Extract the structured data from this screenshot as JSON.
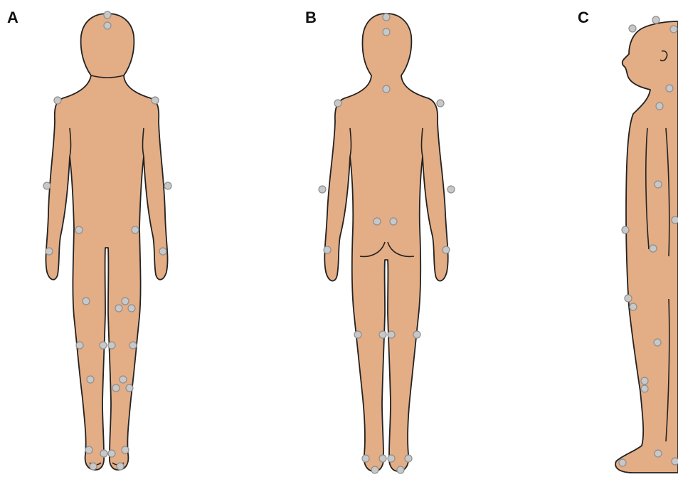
{
  "panels": {
    "a": {
      "label": "A"
    },
    "b": {
      "label": "B"
    },
    "c": {
      "label": "C"
    }
  },
  "colors": {
    "skin": "#e3ad85",
    "outline": "#222222",
    "marker_fill": "#c8c8c8",
    "marker_stroke": "#8e8e8e"
  }
}
